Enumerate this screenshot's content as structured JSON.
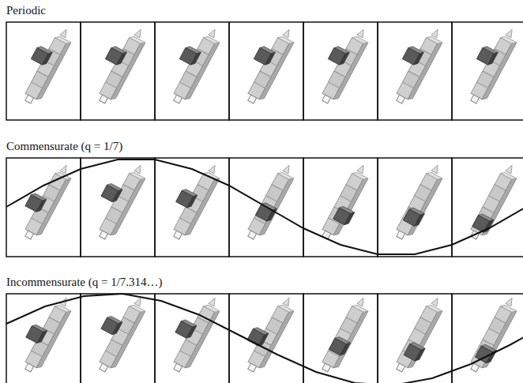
{
  "diagram": {
    "labels": [
      "Periodic",
      "Commensurate (q = 1/7)",
      "Incommensurate (q = 1/7.314…)"
    ]
  }
}
